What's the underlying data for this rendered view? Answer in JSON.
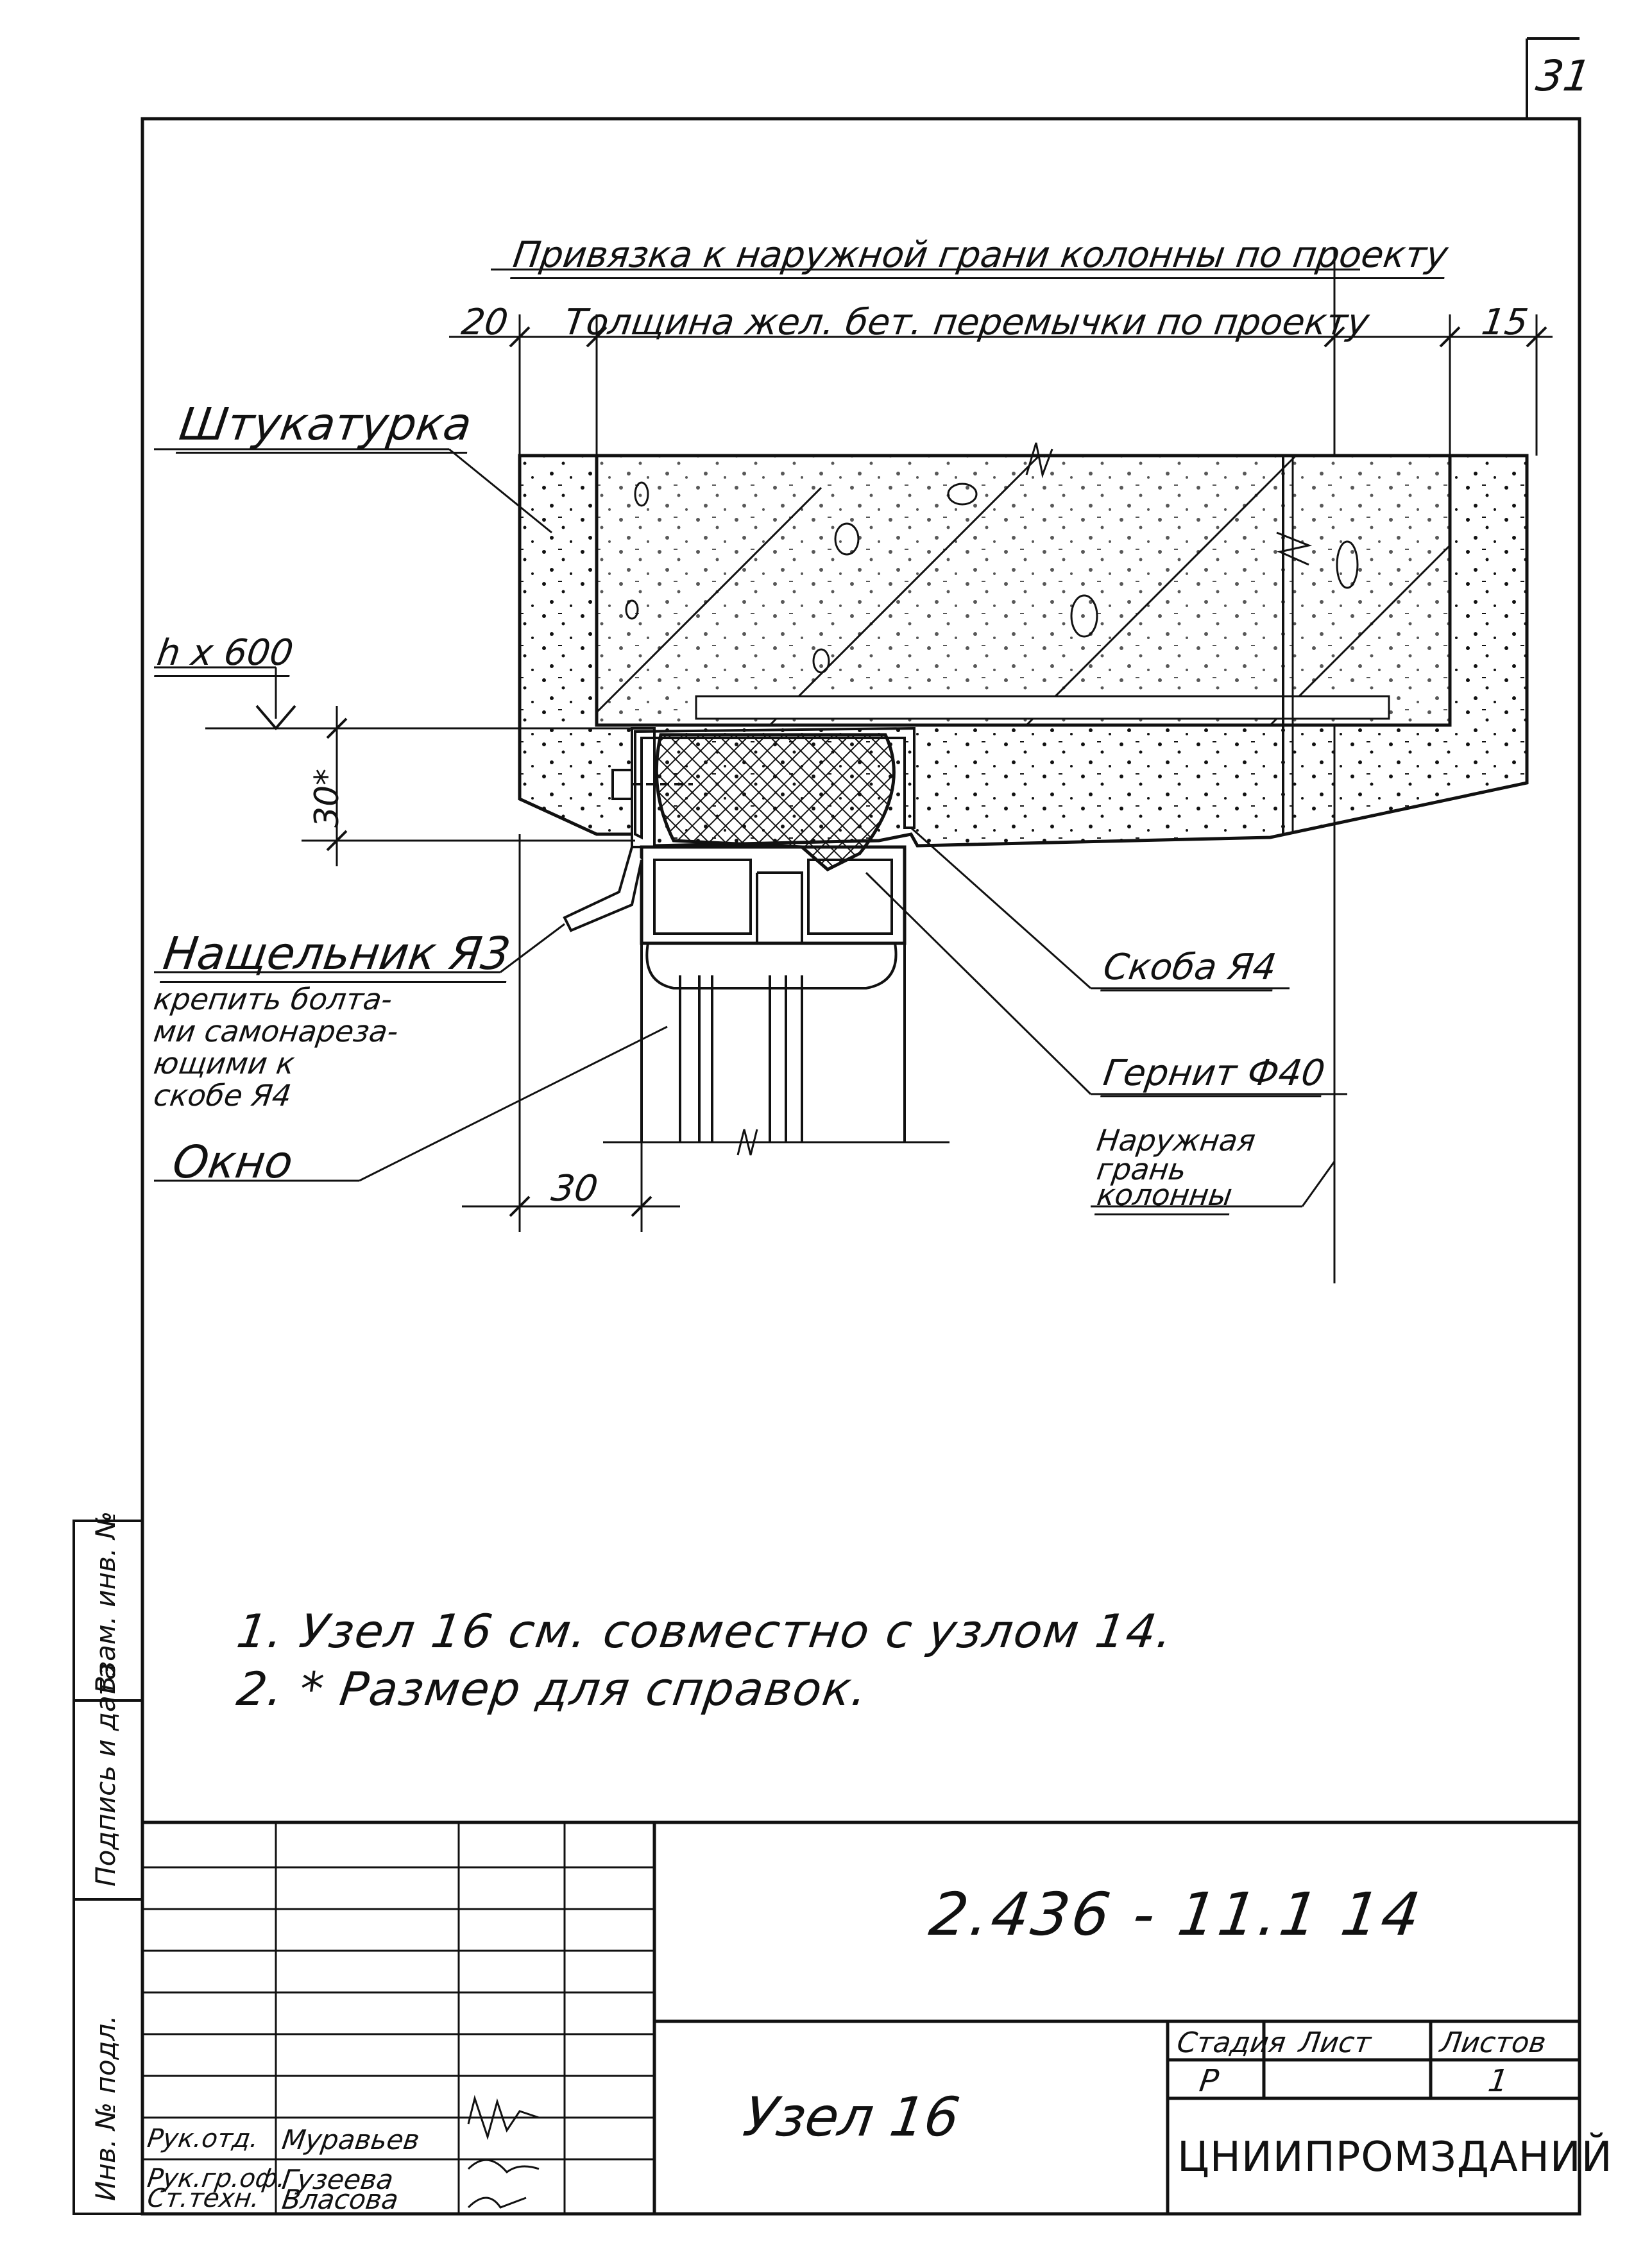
{
  "sheet_number": "31",
  "dimensions": {
    "top_binding": "Привязка к наружной грани колонны по проекту",
    "lintel_thickness": "Толщина жел. бет. перемычки по проекту",
    "left_offset": "20",
    "right_offset": "15",
    "level": "h x 600",
    "gap": "30*",
    "bottom_offset": "30"
  },
  "callouts": {
    "plaster": "Штукатурка",
    "flashing": "Нащельник Я3",
    "flashing_note": [
      "крепить болта-",
      "ми самонареза-",
      "ющими к",
      "скобе Я4"
    ],
    "window": "Окно",
    "bracket": "Скоба Я4",
    "gernit": "Гернит Ф40",
    "column_face": [
      "Наружная",
      "грань",
      "колонны"
    ]
  },
  "notes": [
    "1. Узел 16  см. совместно с узлом 14.",
    "2. * Размер  для  справок."
  ],
  "stamp": {
    "doc_code": "2.436 - 11.1 14",
    "title": "Узел 16",
    "col_stage": "Стадия",
    "col_sheet": "Лист",
    "col_sheets": "Листов",
    "stage": "Р",
    "sheets": "1",
    "org": "ЦНИИПРОМЗДАНИЙ",
    "people": [
      {
        "role": "Рук.отд.",
        "name": "Муравьев"
      },
      {
        "role": "Рук.гр.оф.",
        "name": "Гузеева"
      },
      {
        "role": "Ст.техн.",
        "name": "Власова"
      }
    ]
  },
  "side_strip": {
    "inv": "Инв. № подл.",
    "sign": "Подпись и дата",
    "replace": "Взам. инв. №"
  }
}
